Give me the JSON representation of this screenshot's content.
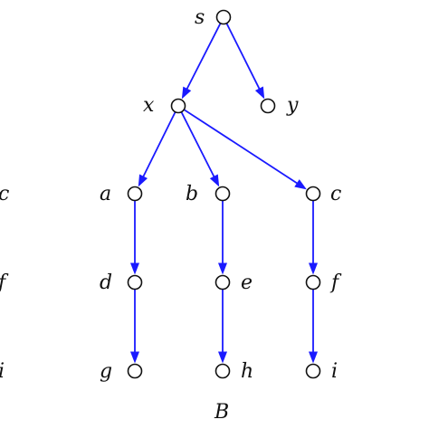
{
  "colors": {
    "edge": "#1a1aff",
    "node_stroke": "#111111",
    "node_fill": "#ffffff",
    "text": "#111111"
  },
  "nodes": [
    {
      "id": "s",
      "label": "s"
    },
    {
      "id": "x",
      "label": "x"
    },
    {
      "id": "y",
      "label": "y"
    },
    {
      "id": "a",
      "label": "a"
    },
    {
      "id": "b",
      "label": "b"
    },
    {
      "id": "c",
      "label": "c"
    },
    {
      "id": "d",
      "label": "d"
    },
    {
      "id": "e",
      "label": "e"
    },
    {
      "id": "f",
      "label": "f"
    },
    {
      "id": "g",
      "label": "g"
    },
    {
      "id": "h",
      "label": "h"
    },
    {
      "id": "i",
      "label": "i"
    }
  ],
  "edges": [
    {
      "from": "s",
      "to": "x"
    },
    {
      "from": "s",
      "to": "y"
    },
    {
      "from": "x",
      "to": "a"
    },
    {
      "from": "x",
      "to": "b"
    },
    {
      "from": "x",
      "to": "c"
    },
    {
      "from": "a",
      "to": "d"
    },
    {
      "from": "b",
      "to": "e"
    },
    {
      "from": "c",
      "to": "f"
    },
    {
      "from": "d",
      "to": "g"
    },
    {
      "from": "e",
      "to": "h"
    },
    {
      "from": "f",
      "to": "i"
    }
  ],
  "partial_labels": [
    "c",
    "f",
    "i"
  ],
  "caption": "B"
}
